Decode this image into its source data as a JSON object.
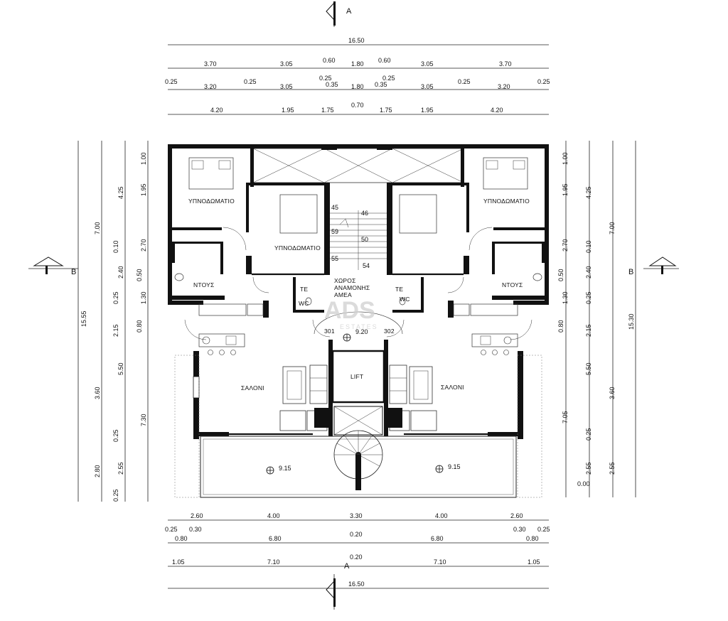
{
  "colors": {
    "ink": "#111111",
    "watermark": "#cfcfcf",
    "background": "#ffffff"
  },
  "section_marks": {
    "a": "A",
    "b": "B"
  },
  "dims_top": {
    "overall": "16.50",
    "row1": [
      "3.70",
      "3.05",
      "0.60",
      "1.80",
      "0.60",
      "3.05",
      "3.70"
    ],
    "row2": [
      "0.25",
      "3.20",
      "0.25",
      "3.05",
      "0.25",
      "0.35",
      "1.80",
      "0.35",
      "0.25",
      "3.05",
      "0.25",
      "3.20",
      "0.25"
    ],
    "row3": [
      "4.20",
      "1.95",
      "1.75",
      "0.70",
      "1.75",
      "1.95",
      "4.20"
    ]
  },
  "dims_bottom": {
    "row1": [
      "2.60",
      "4.00",
      "3.30",
      "4.00",
      "2.60"
    ],
    "row2": [
      "0.25",
      "0.30",
      "0.20",
      "0.30",
      "0.25"
    ],
    "row3": [
      "0.80",
      "6.80",
      "6.80",
      "0.80"
    ],
    "row4": [
      "0.20"
    ],
    "row5": [
      "1.05",
      "7.10",
      "7.10",
      "1.05"
    ],
    "overall": "16.50"
  },
  "dims_left": {
    "overall": "15.55",
    "c2": [
      "7.00",
      "3.60",
      "2.80",
      "0.25"
    ],
    "c3": [
      "4.25",
      "0.10",
      "2.40",
      "0.25",
      "2.15",
      "5.50",
      "0.25",
      "2.55"
    ],
    "c4": [
      "1.00",
      "1.95",
      "2.70",
      "0.50",
      "1.30",
      "0.80",
      "7.30"
    ]
  },
  "dims_right": {
    "overall": "15.30",
    "c1": [
      "1.00",
      "1.95",
      "2.70",
      "0.50",
      "1.30",
      "0.80",
      "7.05",
      "0.00"
    ],
    "c2": [
      "4.25",
      "0.10",
      "2.40",
      "0.25",
      "2.15",
      "5.50",
      "0.25",
      "2.55"
    ],
    "c3": [
      "7.00",
      "3.60",
      "2.55"
    ]
  },
  "rooms": {
    "bedroom": "ΥΠΝΟΔΩΜΑΤΙΟ",
    "shower": "ΝΤΟΥΣ",
    "living": "ΣΑΛΟΝΙ",
    "lift": "LIFT",
    "waiting": [
      "ΧΩΡΟΣ",
      "ΑΝΑΜΟΝΗΣ",
      "ΑΜΕΑ"
    ],
    "wc": "WC",
    "te": "TE"
  },
  "stairs": [
    "45",
    "46",
    "59",
    "50",
    "55",
    "54"
  ],
  "flats": [
    "301",
    "302"
  ],
  "levels": {
    "landing": "9.20",
    "terrace": "9.15"
  },
  "watermark": {
    "logo": "ADS",
    "sub": "ESTATES"
  }
}
